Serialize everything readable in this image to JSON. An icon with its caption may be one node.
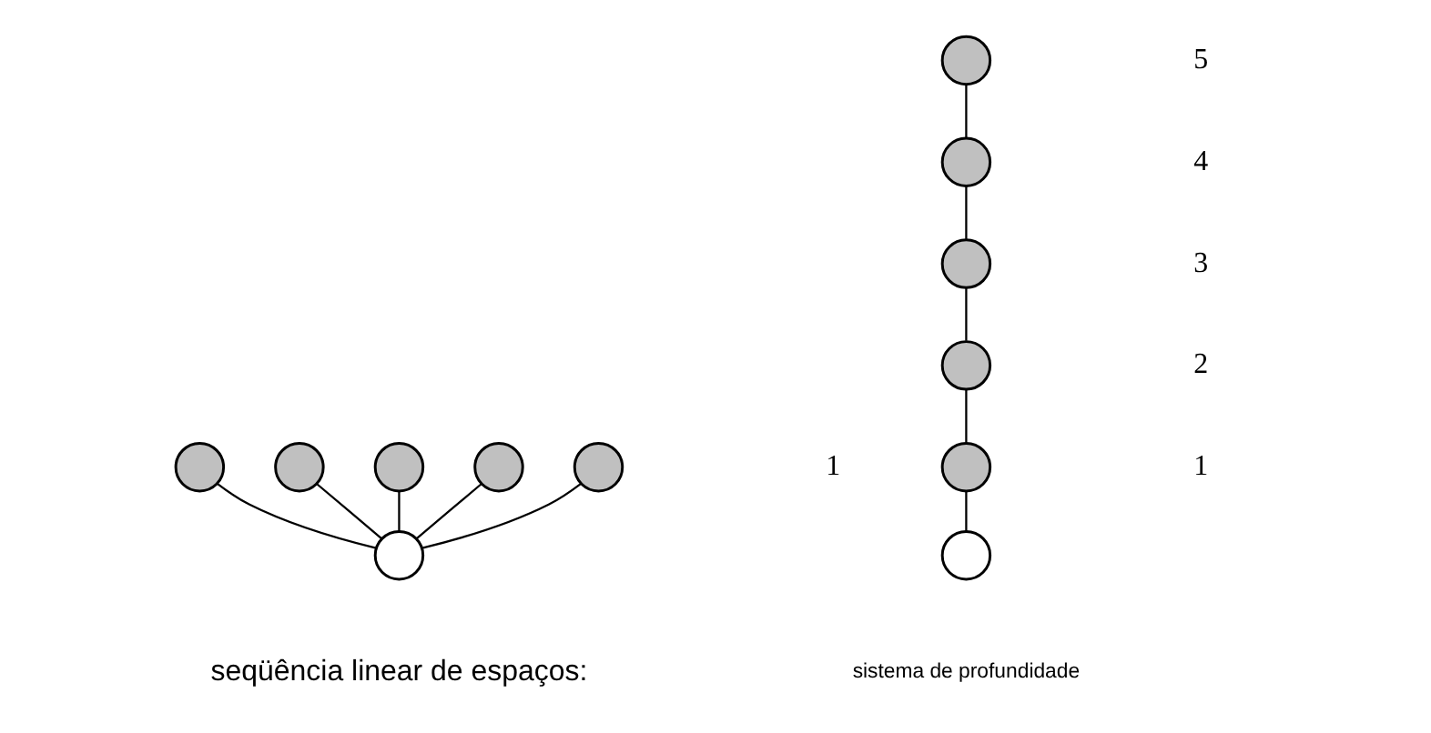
{
  "diagram": {
    "nodes": [
      {
        "text": [],
        "shape": "circle"
      },
      {
        "text": [],
        "shape": "circle"
      },
      {
        "text": [],
        "shape": "circle"
      },
      {
        "text": [],
        "shape": "circle"
      },
      {
        "text": [],
        "shape": "circle"
      },
      {
        "text": [],
        "shape": "circle"
      },
      {
        "text": [],
        "shape": "circle"
      },
      {
        "text": [],
        "shape": "circle"
      },
      {
        "text": [],
        "shape": "circle"
      },
      {
        "text": [],
        "shape": "circle"
      },
      {
        "text": [],
        "shape": "circle"
      },
      {
        "text": [],
        "shape": "circle"
      }
    ],
    "edges": [
      {
        "from": 5,
        "to": 0,
        "arrow": "none"
      },
      {
        "from": 5,
        "to": 1,
        "arrow": "none"
      },
      {
        "from": 5,
        "to": 2,
        "arrow": "none"
      },
      {
        "from": 5,
        "to": 3,
        "arrow": "none"
      },
      {
        "from": 5,
        "to": 4,
        "arrow": "none"
      },
      {
        "from": 11,
        "to": 10,
        "arrow": "none"
      },
      {
        "from": 10,
        "to": 9,
        "arrow": "none"
      },
      {
        "from": 9,
        "to": 8,
        "arrow": "none"
      },
      {
        "from": 8,
        "to": 7,
        "arrow": "none"
      },
      {
        "from": 7,
        "to": 6,
        "arrow": "none"
      }
    ],
    "labels": [
      "1",
      "5",
      "4",
      "3",
      "2",
      "1",
      "seqüência linear de espaços:",
      "sistema de profundidade"
    ]
  }
}
